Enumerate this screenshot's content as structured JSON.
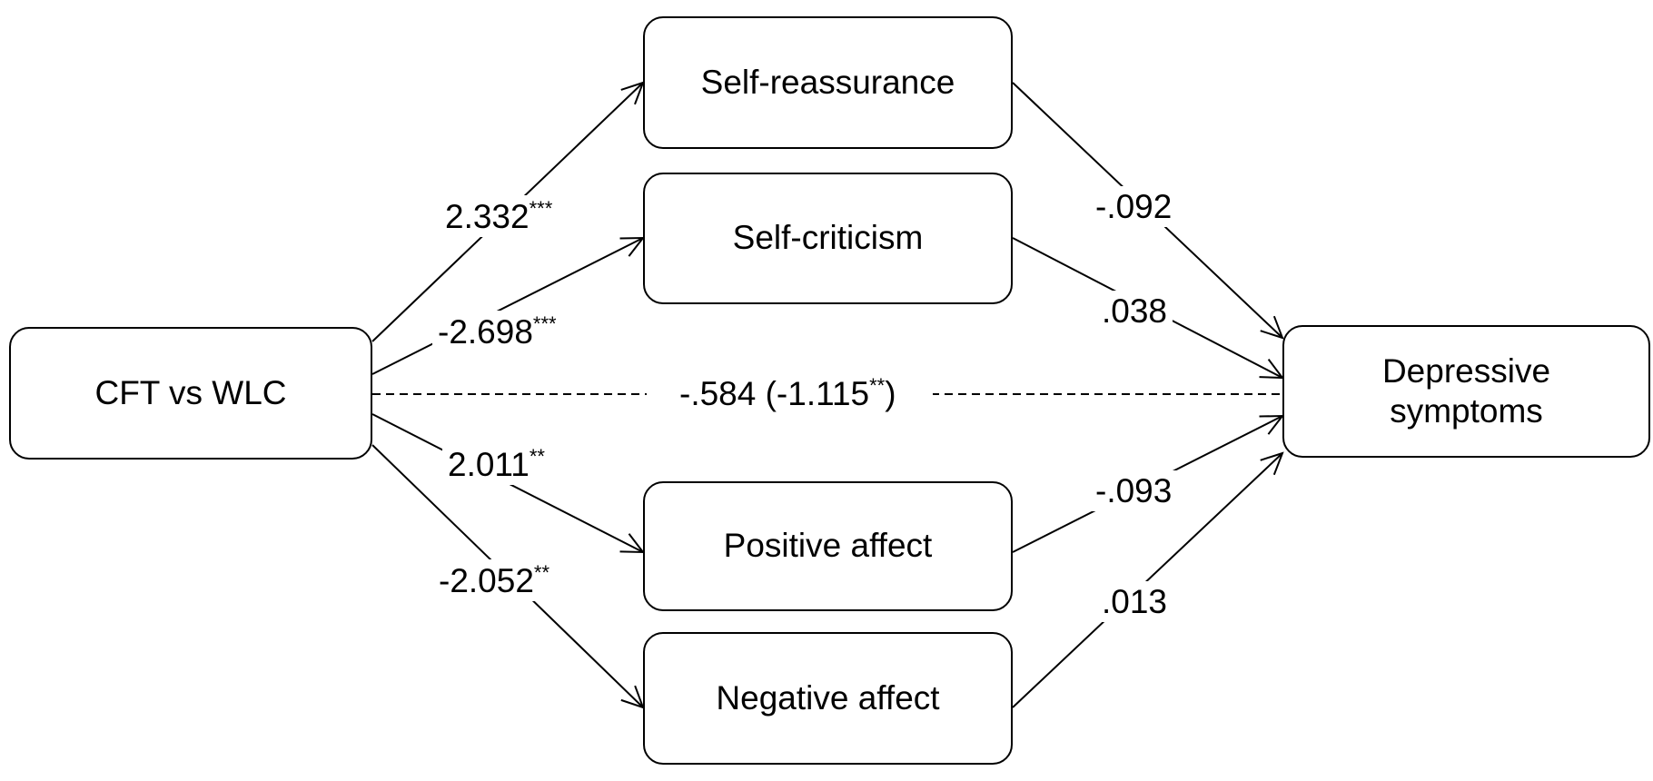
{
  "nodes": {
    "predictor": {
      "label": "CFT vs WLC"
    },
    "outcome": {
      "lines": [
        "Depressive",
        "symptoms"
      ]
    },
    "mediators": [
      {
        "id": "self-reassurance",
        "label": "Self-reassurance"
      },
      {
        "id": "self-criticism",
        "label": "Self-criticism"
      },
      {
        "id": "positive-affect",
        "label": "Positive affect"
      },
      {
        "id": "negative-affect",
        "label": "Negative affect"
      }
    ]
  },
  "paths": {
    "a": [
      {
        "value": "2.332",
        "sig": "***"
      },
      {
        "value": "-2.698",
        "sig": "***"
      },
      {
        "value": "2.011",
        "sig": "**"
      },
      {
        "value": "-2.052",
        "sig": "**"
      }
    ],
    "b": [
      {
        "value": "-.092",
        "sig": ""
      },
      {
        "value": ".038",
        "sig": ""
      },
      {
        "value": "-.093",
        "sig": ""
      },
      {
        "value": ".013",
        "sig": ""
      }
    ],
    "direct": {
      "prefix": "-.584 (-1.115",
      "sig": "**",
      "suffix": ")"
    }
  },
  "colors": {
    "line": "#000000",
    "background": "#ffffff"
  }
}
